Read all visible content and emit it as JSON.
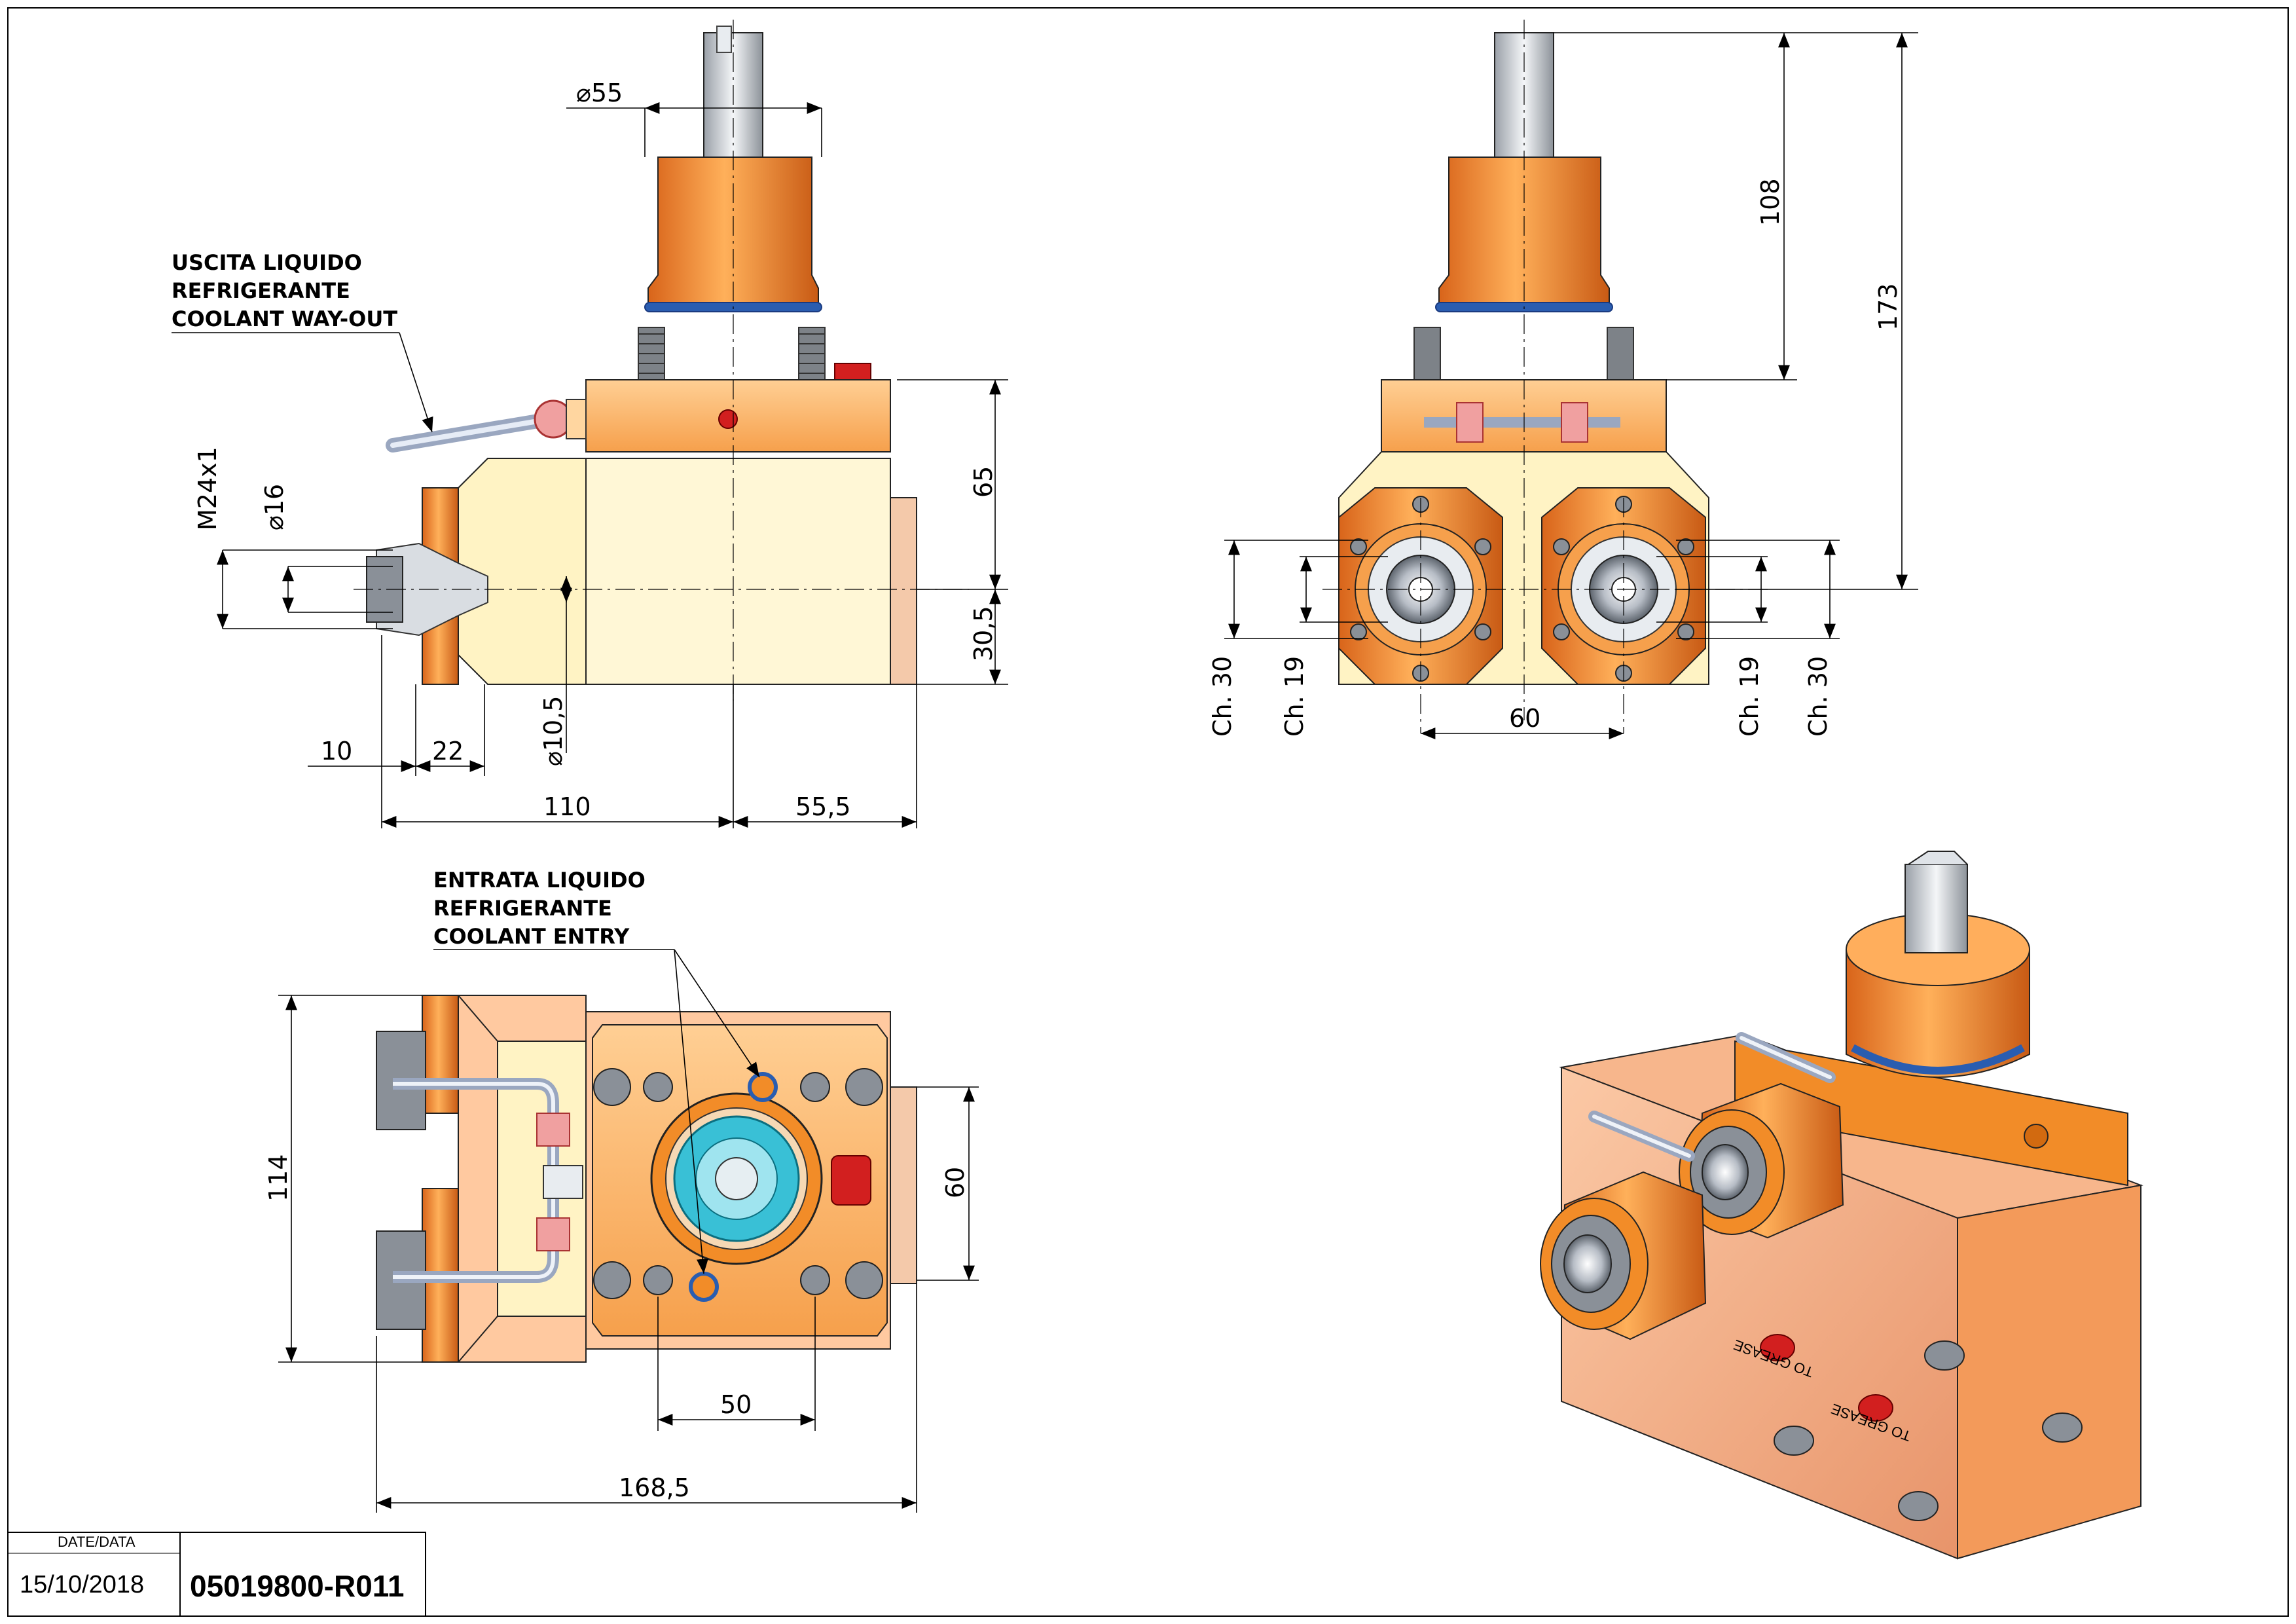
{
  "labels": {
    "coolant_out": [
      "USCITA LIQUIDO",
      "REFRIGERANTE",
      "COOLANT WAY-OUT"
    ],
    "coolant_in": [
      "ENTRATA LIQUIDO",
      "REFRIGERANTE",
      "COOLANT ENTRY"
    ],
    "gear_marking": "TO GREASE"
  },
  "dimensions": {
    "front": {
      "shank_diameter": "⌀55",
      "thread": "M24x1",
      "collet_diameter": "⌀16",
      "bore_diameter": "⌀10,5",
      "height_65": "65",
      "height_30_5": "30,5",
      "len_10": "10",
      "len_22": "22",
      "len_110": "110",
      "len_55_5": "55,5"
    },
    "side": {
      "height_108": "108",
      "height_173": "173",
      "ch30_left": "Ch. 30",
      "ch19_left": "Ch. 19",
      "ch19_right": "Ch. 19",
      "ch30_right": "Ch. 30",
      "spacing_60": "60"
    },
    "top": {
      "width_114": "114",
      "pitch_60": "60",
      "pitch_50": "50",
      "length_168_5": "168,5"
    }
  },
  "title_block": {
    "date_label": "DATE/DATA",
    "date": "15/10/2018",
    "code": "05019800-R011"
  },
  "colors": {
    "orange": "#f28c28",
    "light_orange": "#ffbf80",
    "cream": "#fff3c4",
    "peach": "#f7b68c",
    "blue_ring": "#2a5db0",
    "cyan": "#39c0d6",
    "red": "#d21f1f",
    "steel": "#c8ccd4"
  }
}
